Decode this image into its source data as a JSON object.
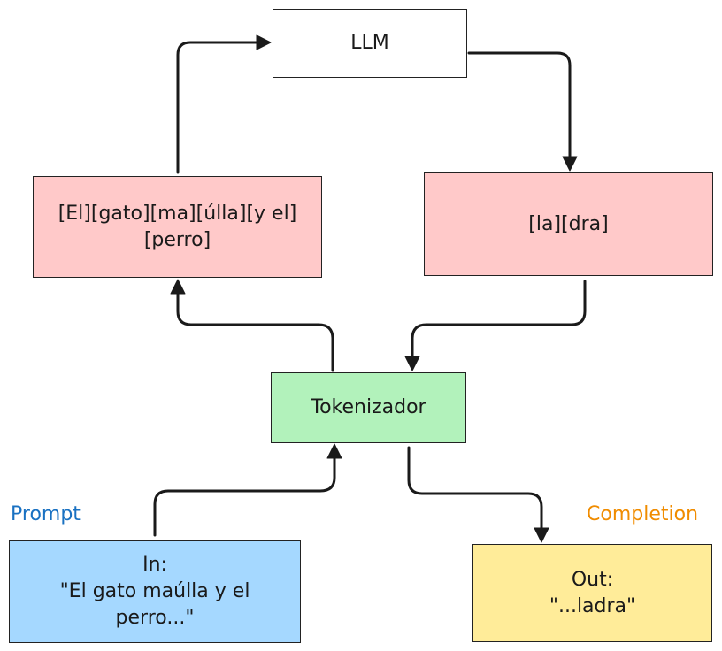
{
  "colors": {
    "llm": "#ffffff",
    "token_box": "#ffc9c9",
    "tokenizer": "#b2f2bb",
    "input": "#a5d8ff",
    "output": "#ffec99",
    "prompt_label": "#1971c2",
    "completion_label": "#f08c00",
    "stroke": "#1a1a1a"
  },
  "nodes": {
    "llm": {
      "label": "LLM"
    },
    "input_tokens": {
      "lines": [
        "[El][gato][ma][úlla][y el]",
        "[perro]"
      ]
    },
    "output_tokens": {
      "label": "[la][dra]"
    },
    "tokenizer": {
      "label": "Tokenizador"
    },
    "input": {
      "lines": [
        "In:",
        "\"El gato maúlla y el",
        "perro...\""
      ]
    },
    "output": {
      "lines": [
        "Out:",
        "\"...ladra\""
      ]
    }
  },
  "labels": {
    "prompt": "Prompt",
    "completion": "Completion"
  }
}
